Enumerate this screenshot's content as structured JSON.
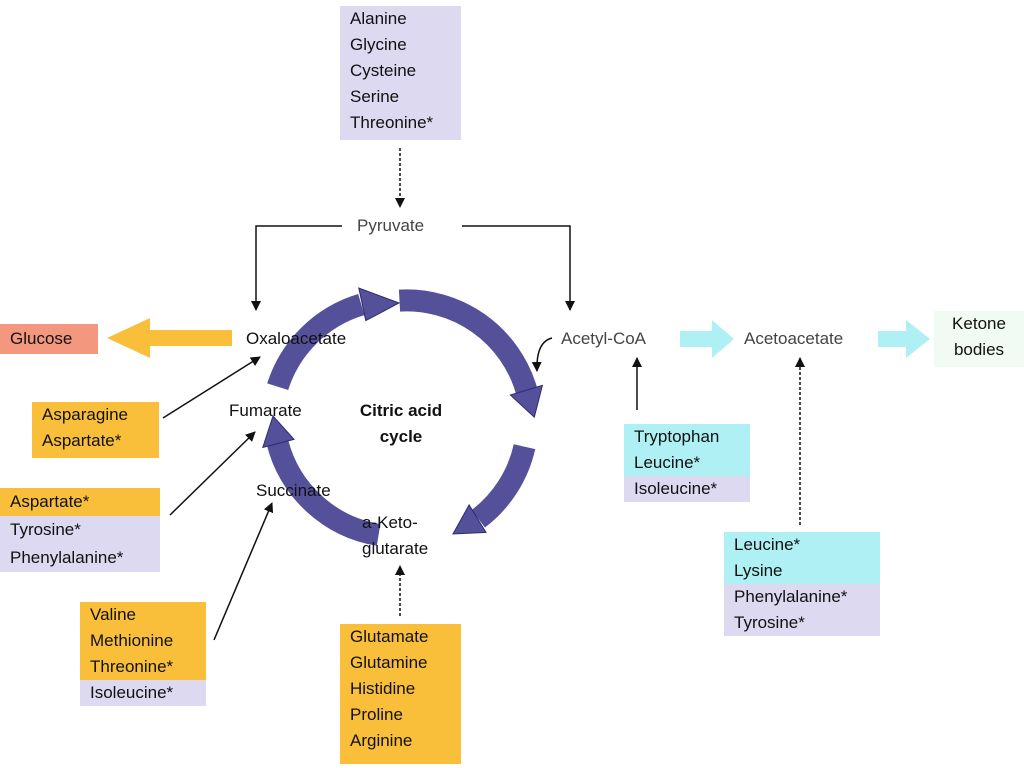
{
  "colors": {
    "orange": "#f9bf3b",
    "lavender": "#ddd9f0",
    "cyan": "#aef0f4",
    "salmon": "#f3987e",
    "mint": "#f1fbf3",
    "cycle": "#55509a",
    "arrow": "#111111"
  },
  "top_group": [
    "Alanine",
    "Glycine",
    "Cysteine",
    "Serine",
    "Threonine*"
  ],
  "labels": {
    "pyruvate": "Pyruvate",
    "oxaloacetate": "Oxaloacetate",
    "fumarate": "Fumarate",
    "succinate": "Succinate",
    "ketoglutarate_line1": "a-Keto-",
    "ketoglutarate_line2": "glutarate",
    "cycle_line1": "Citric acid",
    "cycle_line2": "cycle",
    "acetyl_coa": "Acetyl-CoA",
    "acetoacetate": "Acetoacetate",
    "glucose": "Glucose",
    "ketone_line1": "Ketone",
    "ketone_line2": "bodies"
  },
  "groups": {
    "asparagine": [
      "Asparagine",
      "Aspartate*"
    ],
    "aspartate": [
      "Aspartate*",
      "Tyrosine*",
      "Phenylalanine*"
    ],
    "valine": [
      "Valine",
      "Methionine",
      "Threonine*",
      "Isoleucine*"
    ],
    "glutamate": [
      "Glutamate",
      "Glutamine",
      "Histidine",
      "Proline",
      "Arginine"
    ],
    "tryptophan": [
      "Tryptophan",
      "Leucine*",
      "Isoleucine*"
    ],
    "leucine": [
      "Leucine*",
      "Lysine",
      "Phenylalanine*",
      "Tyrosine*"
    ]
  }
}
